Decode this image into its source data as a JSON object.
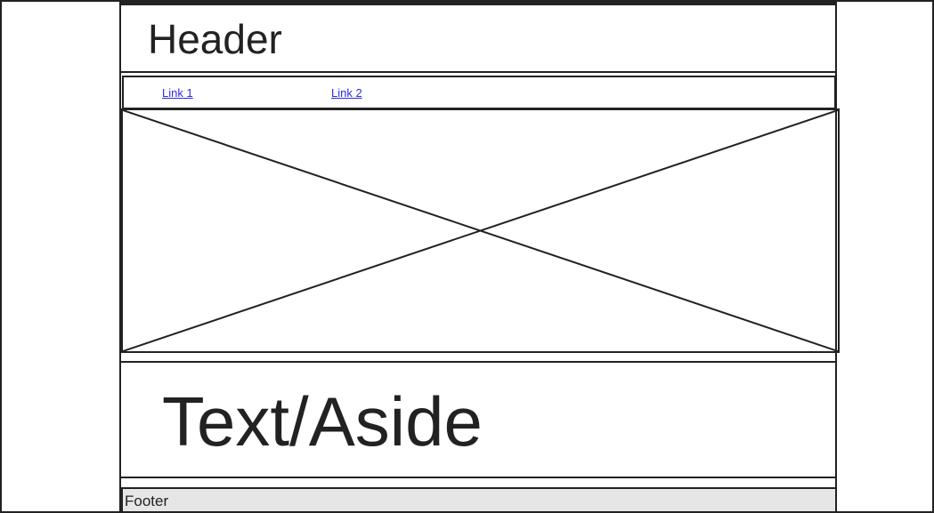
{
  "header": {
    "title": "Header"
  },
  "nav": {
    "links": [
      {
        "label": "Link 1"
      },
      {
        "label": "Link 2"
      }
    ]
  },
  "placeholder": {
    "icon": "image-placeholder-icon"
  },
  "aside": {
    "text": "Text/Aside"
  },
  "footer": {
    "text": "Footer"
  },
  "colors": {
    "outline": "#222222",
    "link": "#2d2de0",
    "footer_bg": "#e6e6e6"
  }
}
